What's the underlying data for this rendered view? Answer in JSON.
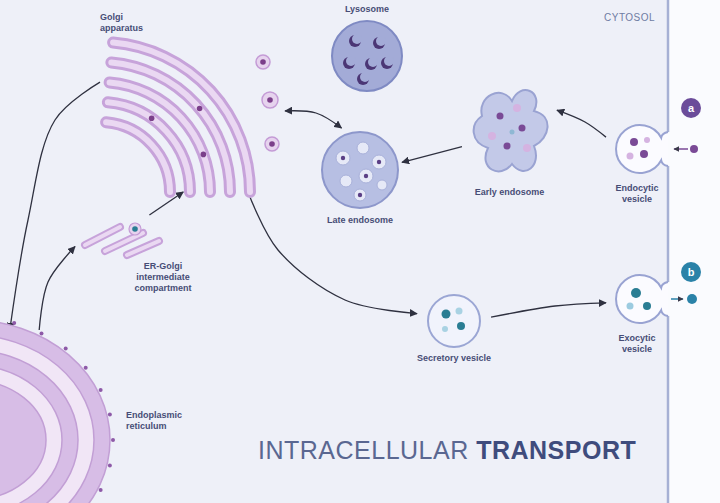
{
  "diagram": {
    "title": "INTRACELLULAR TRANSPORT",
    "nodes": [
      {
        "text": [
          "Golgi apparatus"
        ]
      },
      {
        "text": [
          "Lysosome"
        ]
      },
      {
        "text": [
          "Late endosome"
        ]
      },
      {
        "text": [
          "Early endosome"
        ]
      },
      {
        "text": [
          "Endocytic vesicle"
        ]
      },
      {
        "text": [
          "a"
        ]
      },
      {
        "text": [
          "ER-Golgi intermediate compartment"
        ]
      },
      {
        "text": [
          "Secretory vesicle"
        ]
      },
      {
        "text": [
          "Exocytic vesicle"
        ]
      },
      {
        "text": [
          "b"
        ]
      },
      {
        "text": [
          "Endoplasmic reticulum"
        ]
      }
    ],
    "edges": [
      {
        "from": 0,
        "to": 2,
        "arrow": "both"
      },
      {
        "from": 3,
        "to": 2,
        "arrow": "to"
      },
      {
        "from": 4,
        "to": 3,
        "arrow": "to"
      },
      {
        "from": 10,
        "to": 6,
        "arrow": "to"
      },
      {
        "from": 6,
        "to": 0,
        "arrow": "to"
      },
      {
        "from": 0,
        "to": 10,
        "arrow": "to"
      },
      {
        "from": 0,
        "to": 7,
        "arrow": "to"
      },
      {
        "from": 7,
        "to": 8,
        "arrow": "to"
      }
    ],
    "labels": [
      "CYTOSOL"
    ]
  }
}
